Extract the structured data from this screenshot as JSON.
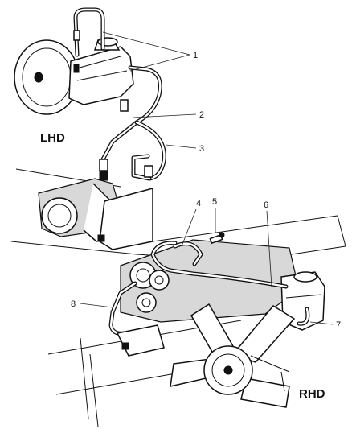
{
  "labels": {
    "lhd": "LHD",
    "rhd": "RHD"
  },
  "callouts": {
    "c1": "1",
    "c2": "2",
    "c3": "3",
    "c4": "4",
    "c5": "5",
    "c6": "6",
    "c7": "7",
    "c8": "8"
  }
}
